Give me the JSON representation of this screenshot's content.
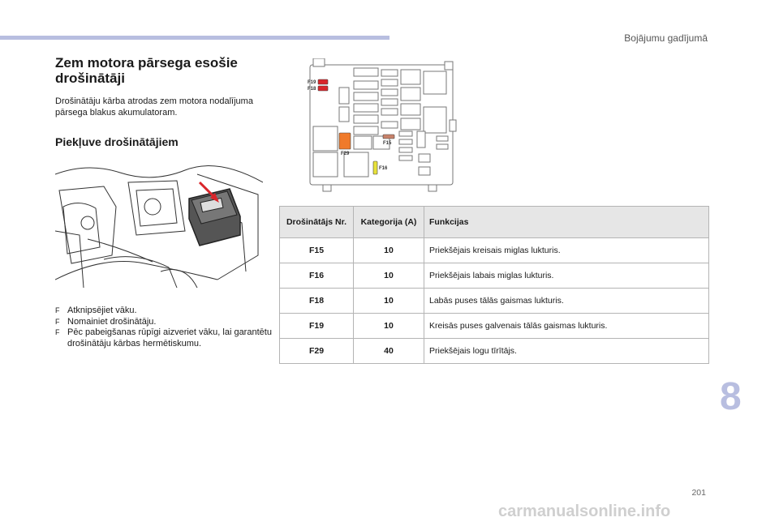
{
  "header": {
    "section_title": "Bojājumu gadījumā"
  },
  "title": "Zem motora pārsega esošie drošinātāji",
  "intro": "Drošinātāju kārba atrodas zem motora nodalījuma pārsega blakus akumulatoram.",
  "subheading": "Piekļuve drošinātājiem",
  "steps": [
    {
      "bullet": "F",
      "text": "Atknipsējiet vāku."
    },
    {
      "bullet": "F",
      "text": "Nomainiet drošinātāju."
    },
    {
      "bullet": "F",
      "text": "Pēc pabeigšanas rūpīgi aizveriet vāku, lai garantētu drošinātāju kārbas hermētiskumu."
    }
  ],
  "diagram": {
    "labels": {
      "f19": "F19",
      "f18": "F18",
      "f15": "F15",
      "f29": "F29",
      "f16": "F16"
    },
    "colors": {
      "f19": "#d9252a",
      "f18": "#d9252a",
      "f15": "#c8826a",
      "f29": "#f07a2a",
      "f16": "#e8e23a"
    }
  },
  "table": {
    "headers": {
      "col1": "Drošinātājs Nr.",
      "col2": "Kategorija (A)",
      "col3": "Funkcijas"
    },
    "rows": [
      {
        "number": "F15",
        "rating": "10",
        "function": "Priekšējais kreisais miglas lukturis."
      },
      {
        "number": "F16",
        "rating": "10",
        "function": "Priekšējais labais miglas lukturis."
      },
      {
        "number": "F18",
        "rating": "10",
        "function": "Labās puses tālās gaismas lukturis."
      },
      {
        "number": "F19",
        "rating": "10",
        "function": "Kreisās puses galvenais tālās gaismas lukturis."
      },
      {
        "number": "F29",
        "rating": "40",
        "function": "Priekšējais logu tīrītājs."
      }
    ]
  },
  "chapter_number": "8",
  "page_number": "201",
  "watermark": "carmanualsonline.info"
}
